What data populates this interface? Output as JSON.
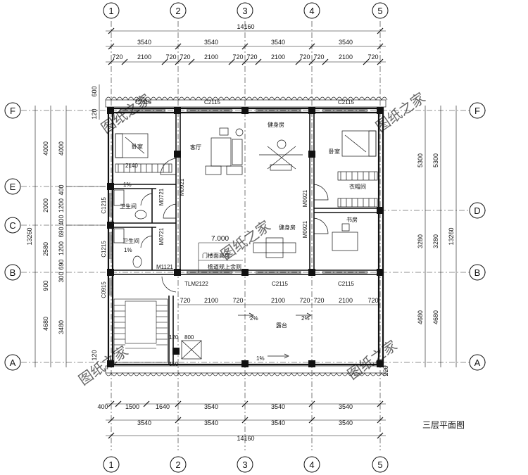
{
  "title": "三层平面图",
  "axes": {
    "columns": [
      "1",
      "2",
      "3",
      "4",
      "5"
    ],
    "rows": [
      "F",
      "E",
      "C",
      "B",
      "A",
      "D"
    ]
  },
  "dims": {
    "overall": "14160",
    "bays": [
      "3540",
      "3540",
      "3540",
      "3540"
    ],
    "top_sub": [
      "720",
      "2100",
      "720",
      "720",
      "2100",
      "720",
      "720",
      "2100",
      "720",
      "720",
      "2100",
      "720"
    ],
    "mid_sub": [
      "720",
      "2100",
      "720",
      "2100",
      "720",
      "720",
      "2100",
      "720"
    ],
    "bottom_sub": [
      "400",
      "1500",
      "1640",
      "3540",
      "3540",
      "3540"
    ],
    "left_outer": "13260",
    "left_main": [
      "4000",
      "2000",
      "2580",
      "900",
      "4680"
    ],
    "left_inner": [
      "4000",
      "400",
      "1200",
      "400",
      "690",
      "1200",
      "690",
      "300",
      "3480"
    ],
    "left_top": [
      "600",
      "120"
    ],
    "left_small": [
      "120"
    ],
    "right_outer": "13260",
    "right_main": [
      "5300",
      "3280",
      "4680"
    ],
    "right_inner": [
      "5300",
      "3280",
      "4680"
    ],
    "right_small": [
      "220"
    ]
  },
  "rooms": {
    "bedroom_left": "卧室",
    "living": "客厅",
    "fitness_top": "健身房",
    "bedroom_right": "卧室",
    "closet": "衣帽间",
    "bath1": "卫生间",
    "bath2": "卫生间",
    "fitness_mid": "健身房",
    "study": "书房",
    "terrace": "露台"
  },
  "marks": {
    "elevation": "7.000",
    "door_note": "门楼面高度",
    "eave_note": "檐道规上余则",
    "slope1": "1%",
    "slope2": "1%",
    "slope3": "2%",
    "slope4": "2%",
    "slope5": "1%",
    "w800": "800",
    "w120": "120",
    "w150": "150"
  },
  "codes": {
    "c2115_top1": "C2115",
    "c2115_top2": "C2115",
    "c2115_top3": "C2115",
    "c2140": "2140",
    "m0921_a": "M0921",
    "m0921_b": "M0921",
    "m0921_c": "M0921",
    "m0721_a": "M0721",
    "m0721_b": "M0721",
    "c1215_a": "C1215",
    "c1215_b": "C1215",
    "m1121": "M1121",
    "c0915": "C0915",
    "tlm2122": "TLM2122",
    "c2115_b1": "C2115",
    "c2115_b2": "C2115"
  },
  "watermark": "图纸之家"
}
